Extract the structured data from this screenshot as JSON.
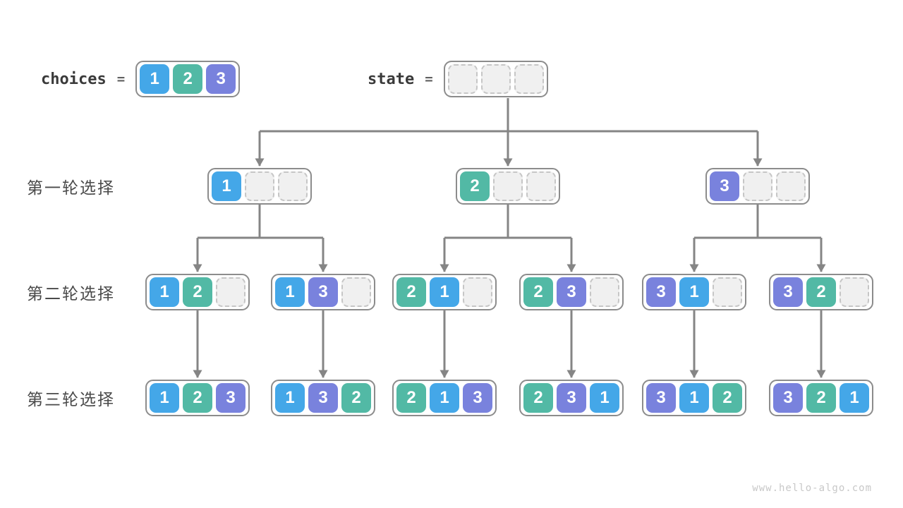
{
  "colors": {
    "cell_1": "#44a7e8",
    "cell_2": "#52b9a5",
    "cell_3": "#7982dd",
    "empty_fill": "#f0f0f0",
    "box_border": "#8c8c8c",
    "arrow": "#858585"
  },
  "header": {
    "choices_label": "choices",
    "equals": "=",
    "choices_values": [
      1,
      2,
      3
    ],
    "state_label": "state",
    "state_values": [
      null,
      null,
      null
    ]
  },
  "tree": {
    "rows": [
      {
        "label": "第一轮选择",
        "nodes": [
          [
            1,
            null,
            null
          ],
          [
            2,
            null,
            null
          ],
          [
            3,
            null,
            null
          ]
        ]
      },
      {
        "label": "第二轮选择",
        "nodes": [
          [
            1,
            2,
            null
          ],
          [
            1,
            3,
            null
          ],
          [
            2,
            1,
            null
          ],
          [
            2,
            3,
            null
          ],
          [
            3,
            1,
            null
          ],
          [
            3,
            2,
            null
          ]
        ]
      },
      {
        "label": "第三轮选择",
        "nodes": [
          [
            1,
            2,
            3
          ],
          [
            1,
            3,
            2
          ],
          [
            2,
            1,
            3
          ],
          [
            2,
            3,
            1
          ],
          [
            3,
            1,
            2
          ],
          [
            3,
            2,
            1
          ]
        ]
      }
    ]
  },
  "watermark": "www.hello-algo.com"
}
